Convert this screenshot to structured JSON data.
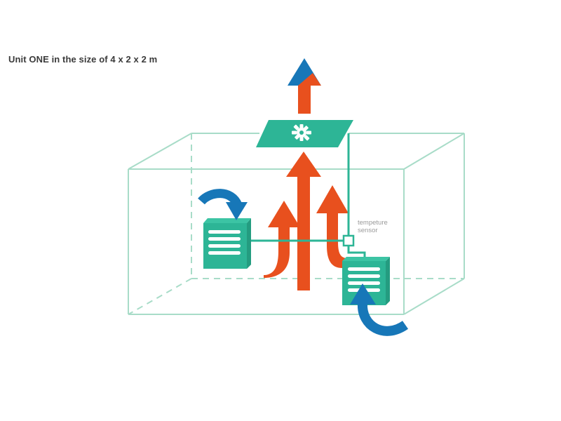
{
  "title": "Unit ONE in the size of 4 x 2 x 2 m",
  "sensor": {
    "label_line1": "tempeture",
    "label_line2": "sensor"
  },
  "colors": {
    "room_outline": "#a8dcc8",
    "unit_green": "#2db596",
    "hot_orange": "#e8501e",
    "cold_blue": "#1777b8",
    "text_gray": "#9a9a9a",
    "title_text": "#3a3a3a"
  },
  "icons": {
    "fan": "fan-icon",
    "vents": "vent-grille-icon",
    "sensor": "temperature-sensor-icon"
  }
}
